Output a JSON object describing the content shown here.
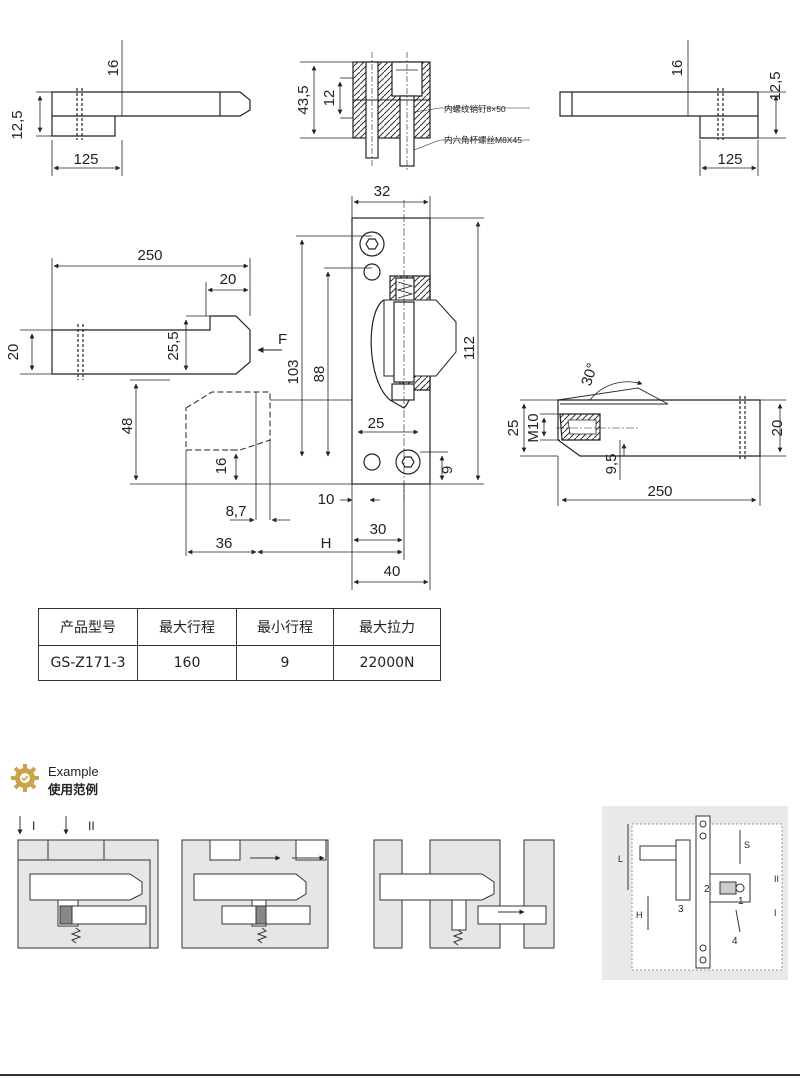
{
  "top_views": {
    "left_view": {
      "dim_thickness": "16",
      "dim_height": "12,5",
      "dim_length": "125"
    },
    "mid_view": {
      "dim_total": "43,5",
      "dim_inner": "12",
      "note_pin": "内螺纹销钉8×50",
      "note_screw": "内六角杯螺丝M8X45"
    },
    "right_view": {
      "dim_thickness": "16",
      "dim_height": "12,5",
      "dim_length": "125"
    }
  },
  "main_views": {
    "plunger": {
      "dim_length": "250",
      "dim_tip": "20",
      "dim_height": "20",
      "dim_step": "25,5",
      "force_label": "F"
    },
    "body": {
      "dim_width_top": "32",
      "dim_112": "112",
      "dim_103": "103",
      "dim_88": "88",
      "dim_48": "48",
      "dim_25": "25",
      "dim_16": "16",
      "dim_9": "9",
      "dim_10": "10",
      "dim_8_7": "8,7",
      "dim_30": "30",
      "dim_36": "36",
      "dim_H": "H",
      "dim_40": "40"
    },
    "side_view": {
      "dim_angle": "30°",
      "dim_25": "25",
      "dim_thread": "M10",
      "dim_9_5": "9,5",
      "dim_20": "20",
      "dim_250": "250"
    }
  },
  "spec_table": {
    "headers": [
      "产品型号",
      "最大行程",
      "最小行程",
      "最大拉力"
    ],
    "rows": [
      [
        "GS-Z171-3",
        "160",
        "9",
        "22000N"
      ]
    ]
  },
  "example": {
    "title_en": "Example",
    "title_cn": "使用范例",
    "icon": "gear-icon",
    "accent_color": "#c9a24a",
    "scene1_labels": [
      "I",
      "II"
    ],
    "diagram_labels": {
      "L": "L",
      "S": "S",
      "H": "H",
      "II": "II",
      "I": "I",
      "n1": "1",
      "n2": "2",
      "n3": "3",
      "n4": "4"
    }
  }
}
